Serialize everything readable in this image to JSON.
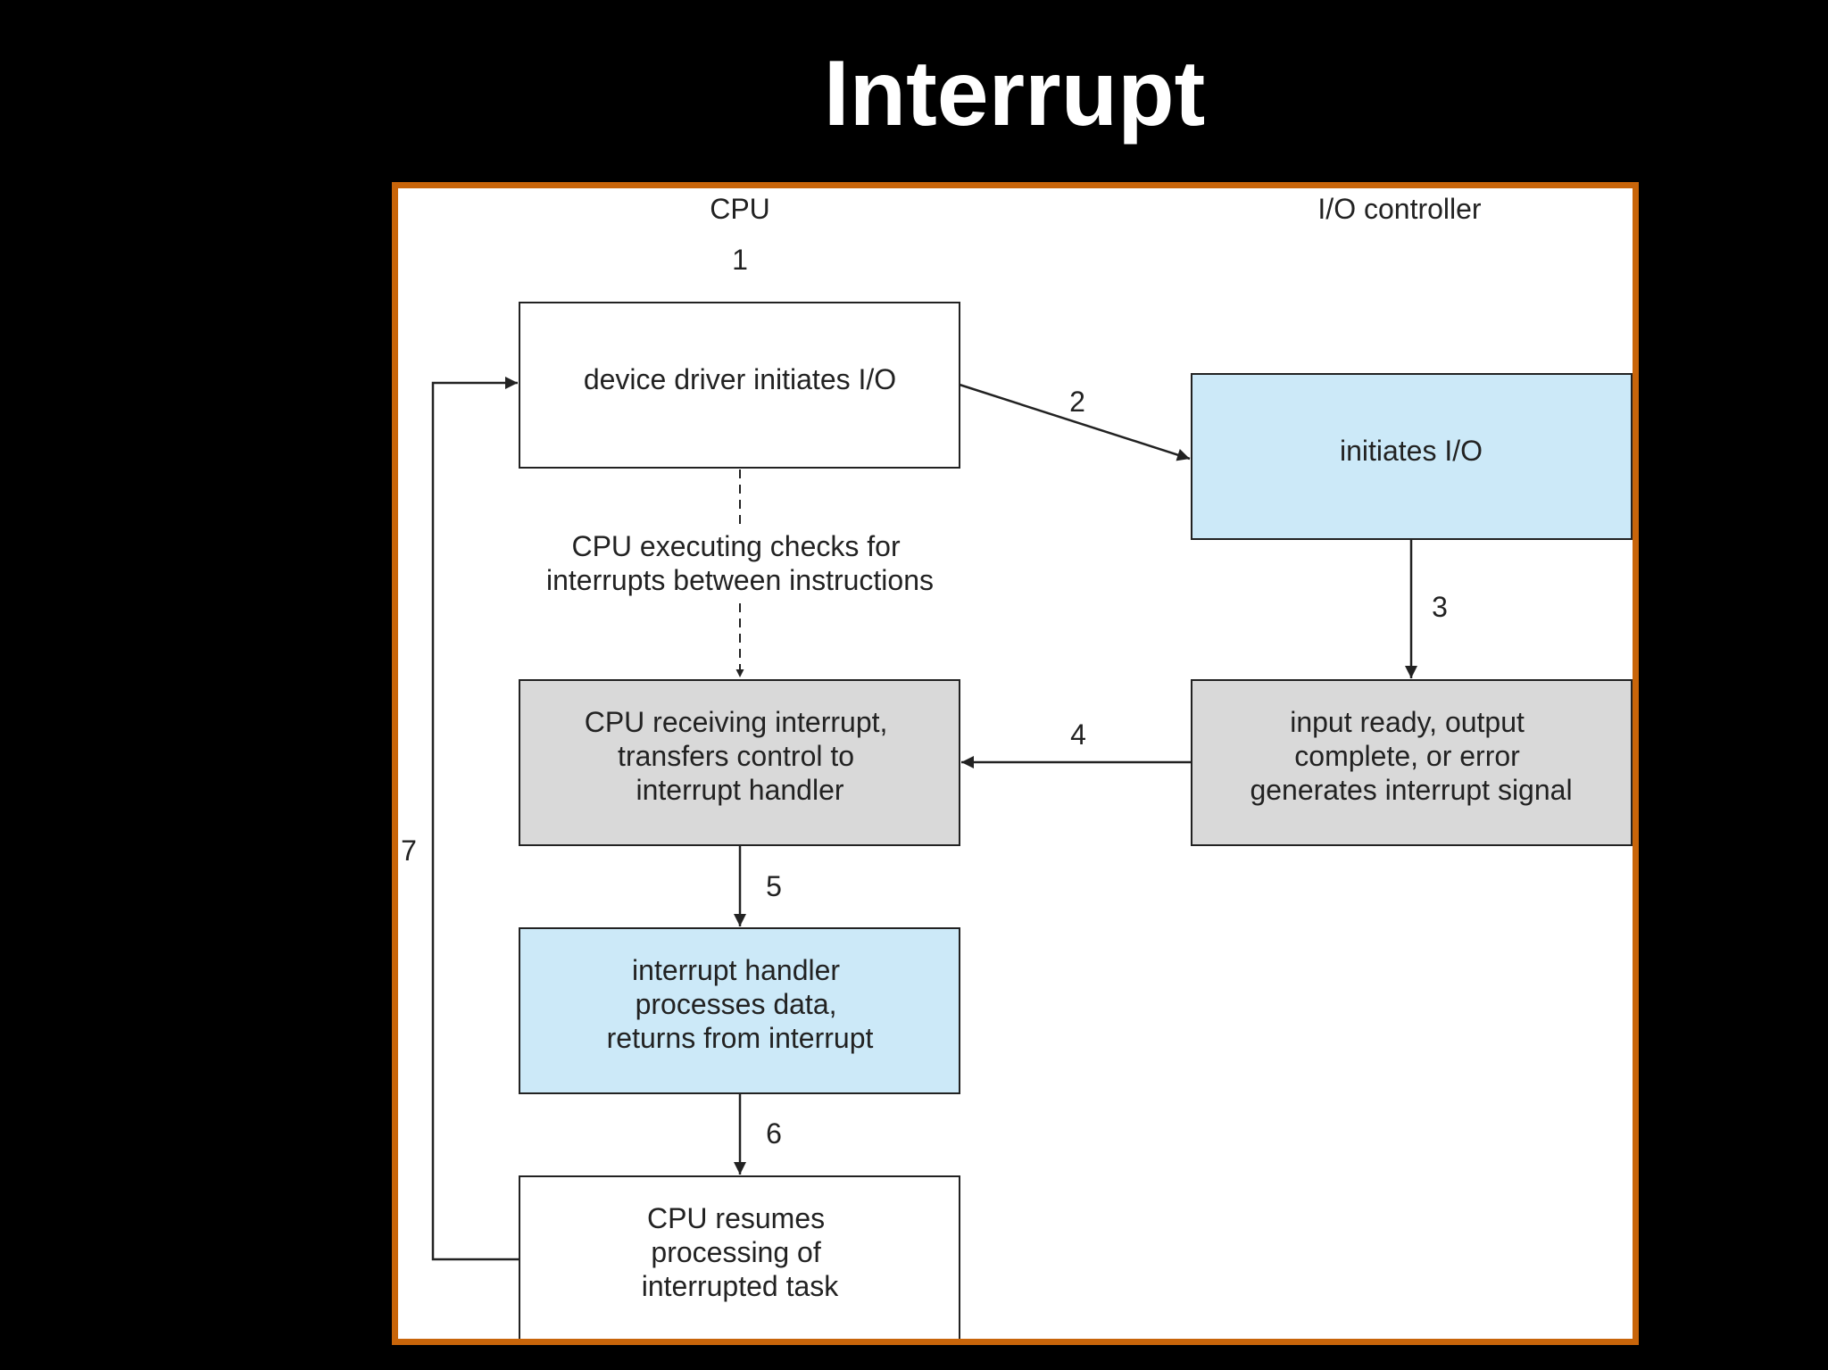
{
  "title": "Interrupt",
  "diagram": {
    "columns": {
      "cpu": "CPU",
      "io_controller": "I/O controller"
    },
    "steps": {
      "s1": "1",
      "s2": "2",
      "s3": "3",
      "s4": "4",
      "s5": "5",
      "s6": "6",
      "s7": "7"
    },
    "boxes": {
      "device_driver": [
        "device driver initiates I/O"
      ],
      "initiates_io": [
        "initiates I/O"
      ],
      "cpu_receiving": [
        "CPU receiving interrupt,",
        "transfers control to",
        "interrupt handler"
      ],
      "input_ready": [
        "input ready, output",
        "complete, or error",
        "generates interrupt signal"
      ],
      "handler_processes": [
        "interrupt handler",
        "processes data,",
        "returns from interrupt"
      ],
      "cpu_resumes": [
        "CPU resumes",
        "processing of",
        "interrupted task"
      ]
    },
    "cpu_executing_note": [
      "CPU executing checks for",
      "interrupts between instructions"
    ]
  },
  "colors": {
    "background": "#000000",
    "title": "#ffffff",
    "frame_border": "#c8650a",
    "box_blue": "#cce9f8",
    "box_gray": "#d9d9d9",
    "box_white": "#ffffff",
    "line": "#222222"
  }
}
